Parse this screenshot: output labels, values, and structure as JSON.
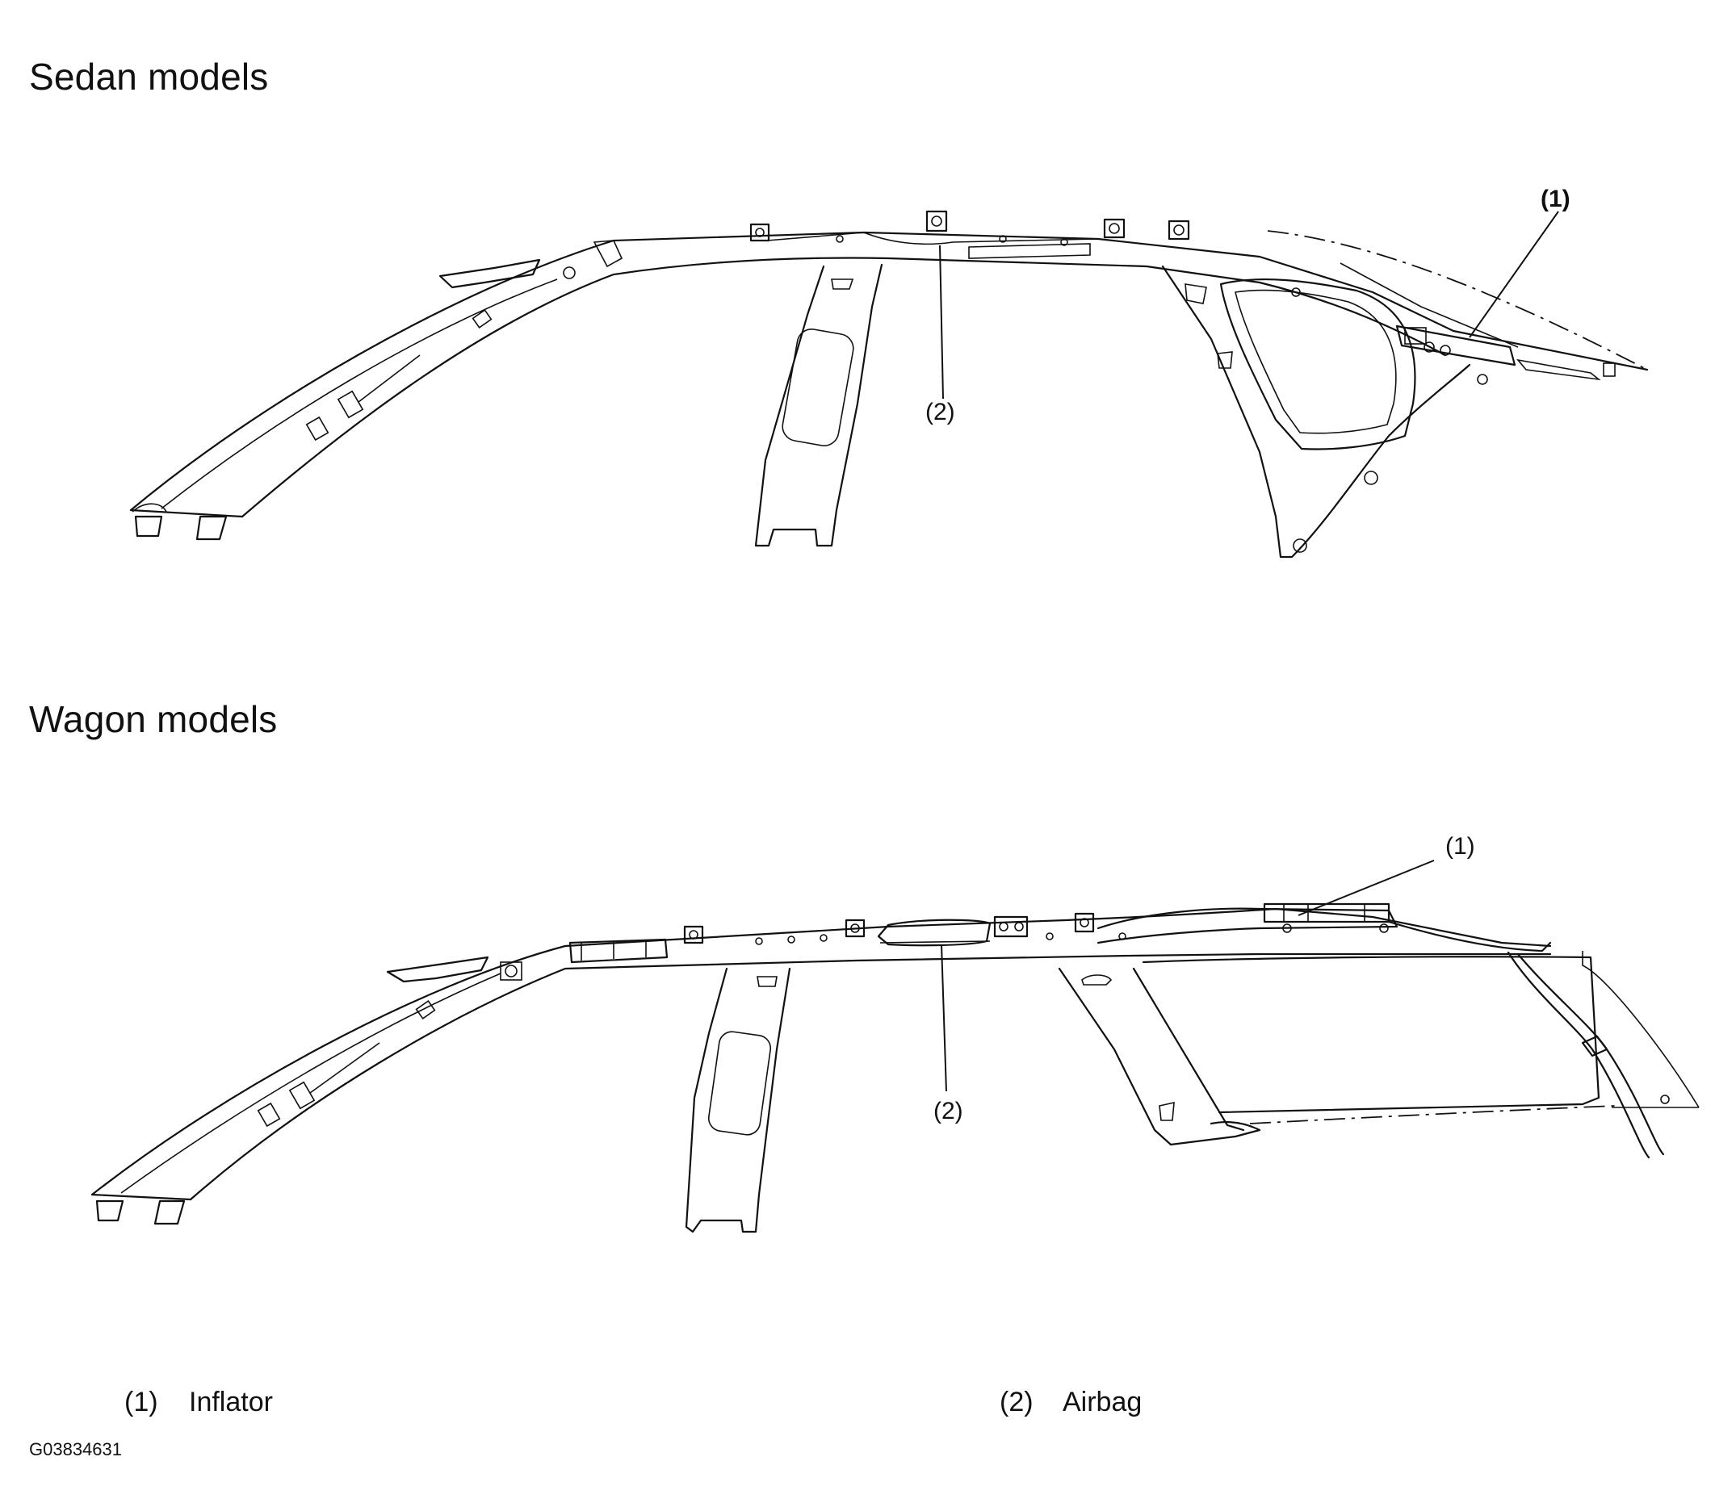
{
  "sections": {
    "sedan": {
      "title": "Sedan models",
      "callout_inflator": "(1)",
      "callout_airbag": "(2)"
    },
    "wagon": {
      "title": "Wagon models",
      "callout_inflator": "(1)",
      "callout_airbag": "(2)"
    }
  },
  "legend": [
    {
      "number": "(1)",
      "label": "Inflator"
    },
    {
      "number": "(2)",
      "label": "Airbag"
    }
  ],
  "figure_id": "G03834631"
}
